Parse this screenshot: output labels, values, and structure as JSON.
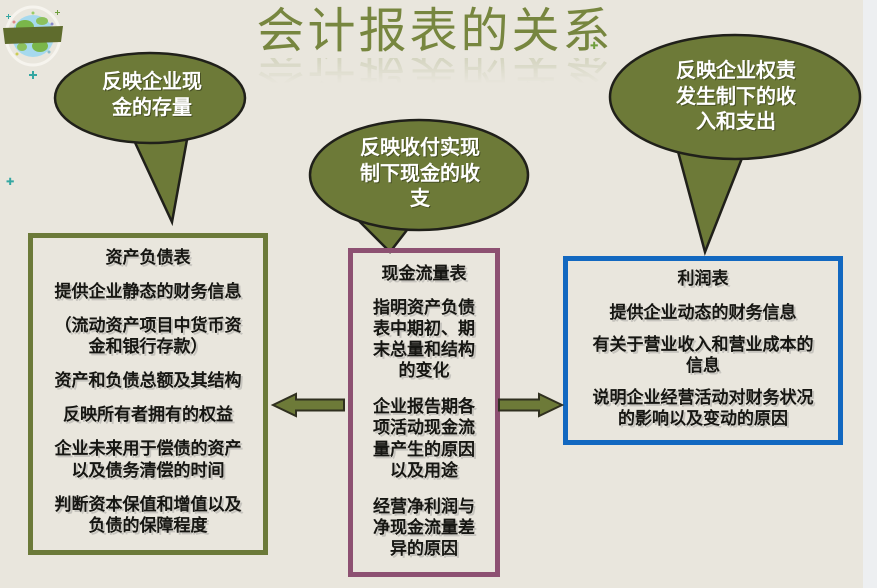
{
  "slide": {
    "title": "会计报表的关系",
    "colors": {
      "background": "#e9e6dd",
      "olive": "#6d7a38",
      "olive_border": "#6c7a39",
      "purple_border": "#8d5172",
      "blue_border": "#1268c0",
      "title_color": "#77863f"
    }
  },
  "bubbles": [
    {
      "id": "cash-stock",
      "text": "反映企业现金的存量"
    },
    {
      "id": "cash-basis",
      "text": "反映收付实现制下现金的收支"
    },
    {
      "id": "accrual-basis",
      "text": "反映企业权责发生制下的收入和支出"
    }
  ],
  "boxes": {
    "balance_sheet": {
      "title": "资产负债表",
      "items": [
        "提供企业静态的财务信息",
        "（流动资产项目中货币资金和银行存款）",
        "资产和负债总额及其结构",
        "反映所有者拥有的权益",
        "企业未来用于偿债的资产以及债务清偿的时间",
        "判断资本保值和增值以及负债的保障程度"
      ]
    },
    "cash_flow": {
      "title": "现金流量表",
      "items": [
        "指明资产负债表中期初、期末总量和结构的变化",
        "企业报告期各项活动现金流量产生的原因以及用途",
        "经营净利润与净现金流量差异的原因"
      ]
    },
    "income_statement": {
      "title": "利润表",
      "items": [
        "提供企业动态的财务信息",
        "有关于营业收入和营业成本的信息",
        "说明企业经营活动对财务状况的影响以及变动的原因"
      ]
    }
  },
  "icons": {
    "logo": "globe-logo-icon",
    "arrow_left": "arrow-left-icon",
    "arrow_right": "arrow-right-icon",
    "sparkle": "sparkle-icon"
  }
}
